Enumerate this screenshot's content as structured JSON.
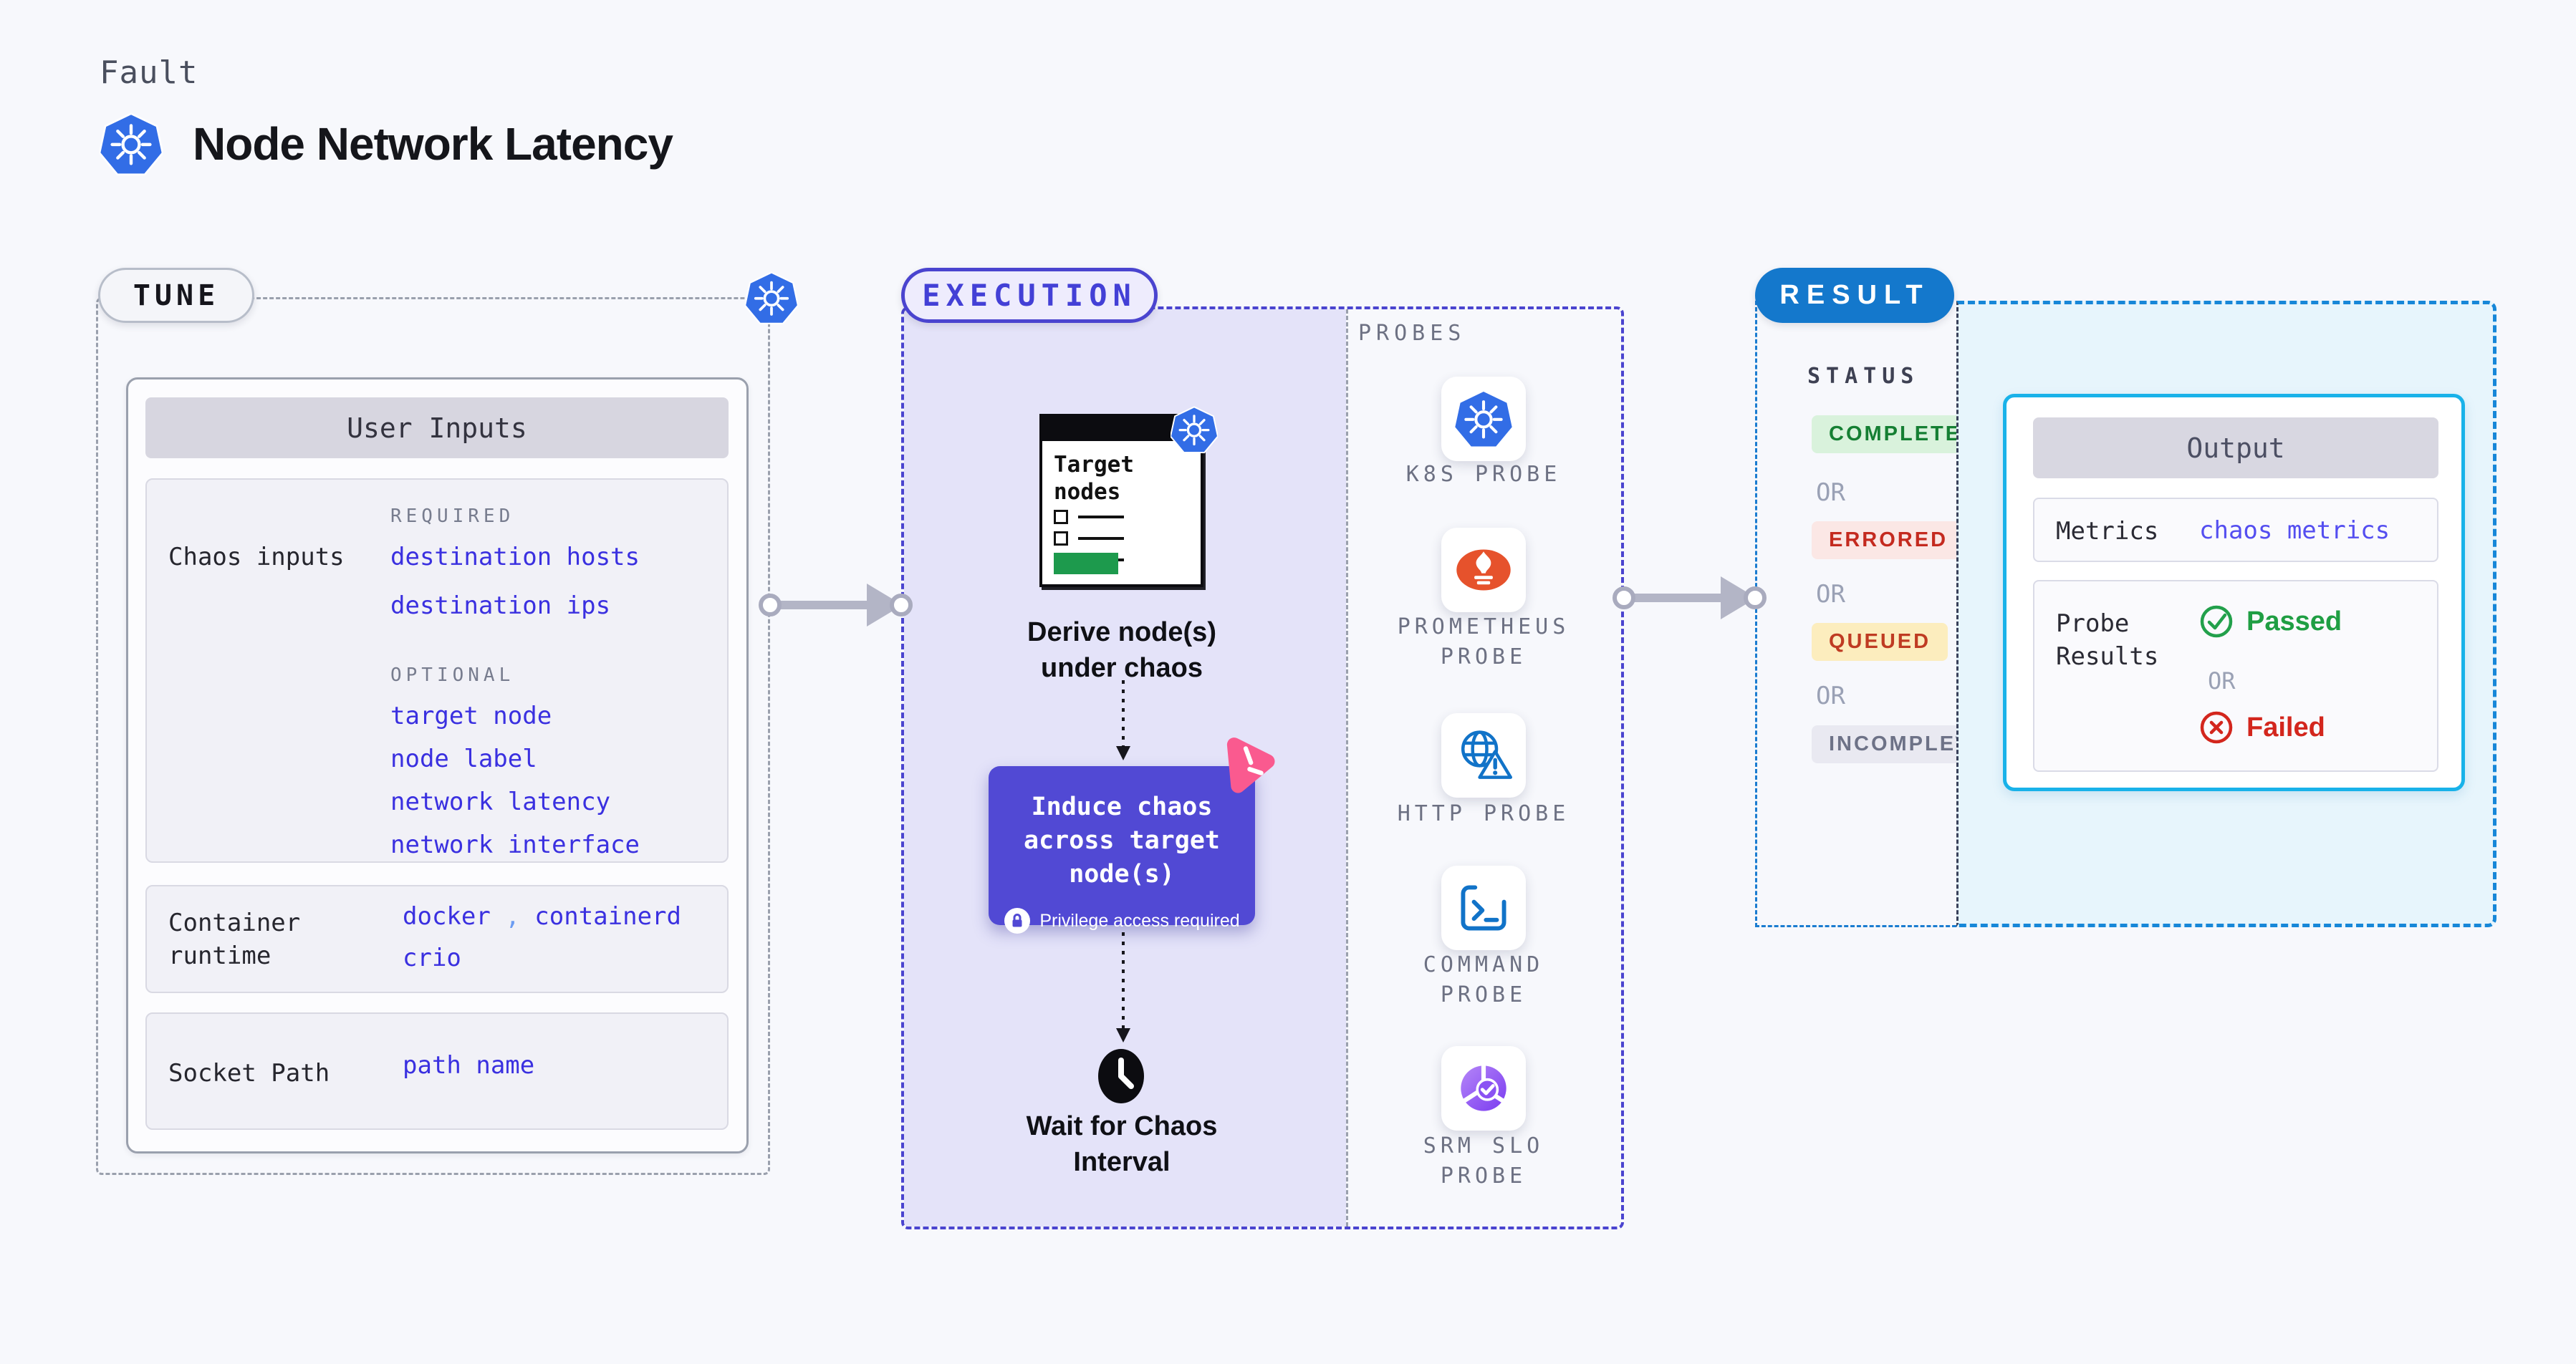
{
  "header": {
    "eyebrow": "Fault",
    "title": "Node Network Latency"
  },
  "tune": {
    "badge": "TUNE",
    "panel_title": "User Inputs",
    "chaos_inputs": {
      "label": "Chaos inputs",
      "required_label": "REQUIRED",
      "required": [
        "destination hosts",
        "destination ips"
      ],
      "optional_label": "OPTIONAL",
      "optional": [
        "target node",
        "node label",
        "network latency",
        "network interface"
      ]
    },
    "container_runtime": {
      "label": "Container runtime",
      "value_docker": "docker",
      "comma": ",",
      "value_containerd": "containerd",
      "value_crio": "crio"
    },
    "socket_path": {
      "label": "Socket Path",
      "value": "path name"
    }
  },
  "execution": {
    "badge": "EXECUTION",
    "target_nodes_title": "Target nodes",
    "step_derive": "Derive node(s) under chaos",
    "step_induce": "Induce chaos across target node(s)",
    "induce_note": "Privilege access required",
    "step_wait": "Wait for Chaos Interval"
  },
  "probes": {
    "label": "PROBES",
    "items": [
      {
        "label": "K8S PROBE"
      },
      {
        "label": "PROMETHEUS PROBE"
      },
      {
        "label": "HTTP PROBE"
      },
      {
        "label": "COMMAND PROBE"
      },
      {
        "label": "SRM SLO PROBE"
      }
    ]
  },
  "result": {
    "badge": "RESULT",
    "status_label": "STATUS",
    "or_label": "OR",
    "statuses": [
      {
        "label": "COMPLETED"
      },
      {
        "label": "ERRORED"
      },
      {
        "label": "QUEUED"
      },
      {
        "label": "INCOMPLETED"
      }
    ],
    "output": {
      "title": "Output",
      "metrics_label": "Metrics",
      "metrics_value": "chaos metrics",
      "probe_results_label": "Probe Results",
      "passed": "Passed",
      "or_label": "OR",
      "failed": "Failed"
    }
  },
  "colors": {
    "page_bg": "#f7f8fc",
    "accent_indigo": "#4a44cf",
    "execution_bg": "#e4e3f9",
    "induce_card": "#5149d4",
    "litmus_pink": "#fa5a8f",
    "k8s_blue": "#326de6",
    "prometheus_orange": "#e6522c",
    "probe_icon_blue": "#1173c8",
    "srm_purple": "#8b52f3",
    "result_badge_blue": "#1478cc",
    "result_area_bg": "#e7f5fc",
    "result_dashed_blue": "#1787d8",
    "output_border_cyan": "#19b2e9",
    "value_indigo": "#3a30e0",
    "passed_green": "#1f9e43",
    "failed_red": "#d3261d",
    "completed_bg": "#d9f2dc",
    "completed_text": "#157f33",
    "errored_bg": "#fbe7e5",
    "errored_text": "#c42a1f",
    "queued_bg": "#fcedbe",
    "queued_text": "#bf3b22",
    "incompleted_bg": "#e9e9f1",
    "incompleted_text": "#6d7287"
  }
}
